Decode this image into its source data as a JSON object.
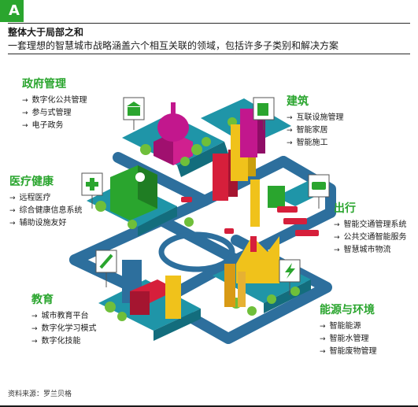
{
  "header": {
    "letter": "A",
    "title": "整体大于局部之和",
    "subtitle": "一套理想的智慧城市战略涵盖六个相互关联的领域，包括许多子类别和解决方案"
  },
  "categories": {
    "government": {
      "title": "政府管理",
      "items": [
        "数字化公共管理",
        "参与式管理",
        "电子政务"
      ]
    },
    "building": {
      "title": "建筑",
      "items": [
        "互联设施管理",
        "智能家居",
        "智能施工"
      ]
    },
    "health": {
      "title": "医疗健康",
      "items": [
        "远程医疗",
        "综合健康信息系统",
        "辅助设施友好"
      ]
    },
    "mobility": {
      "title": "出行",
      "items": [
        "智能交通管理系统",
        "公共交通智能服务",
        "智慧城市物流"
      ]
    },
    "education": {
      "title": "教育",
      "items": [
        "城市教育平台",
        "数字化学习模式",
        "数字化技能"
      ]
    },
    "energy": {
      "title": "能源与环境",
      "items": [
        "智能能源",
        "智能水管理",
        "智能废物管理"
      ]
    }
  },
  "source": "资料来源：罗兰贝格",
  "colors": {
    "accent_green": "#2aa52e",
    "road": "#2d6f9d",
    "ground": "#1f95a8",
    "building_magenta": "#c2178d",
    "building_yellow": "#f0c21b",
    "building_red": "#d61f3b"
  },
  "icons": [
    "government-building-icon",
    "building-icon",
    "medical-cross-icon",
    "bus-icon",
    "pencil-icon",
    "energy-bolt-icon"
  ]
}
